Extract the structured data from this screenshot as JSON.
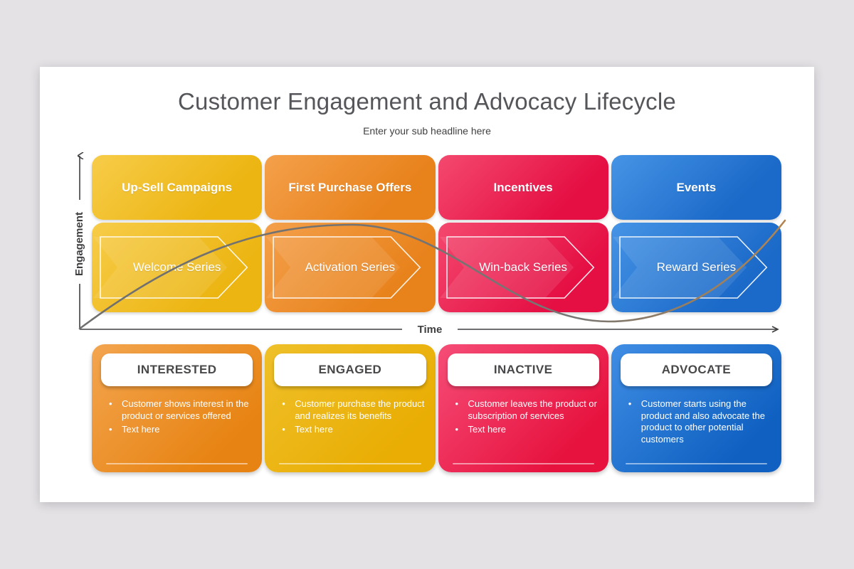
{
  "page": {
    "background": "#e4e2e5"
  },
  "slide": {
    "title": "Customer Engagement and Advocacy Lifecycle",
    "subtitle": "Enter your sub headline here"
  },
  "axes": {
    "y_label": "Engagement",
    "x_label": "Time",
    "axis_color": "#3f3f42"
  },
  "curve": {
    "color_left": "#6f6f6f",
    "color_right": "#b2854f"
  },
  "colors": {
    "gold": {
      "from": "#f7cc49",
      "to": "#ecb512"
    },
    "orange": {
      "from": "#f4a04b",
      "to": "#e8821b"
    },
    "red": {
      "from": "#f4496f",
      "to": "#e50f44"
    },
    "blue": {
      "from": "#4594e6",
      "to": "#1b69c8"
    }
  },
  "campaigns": [
    {
      "label": "Up-Sell Campaigns",
      "color": "gold"
    },
    {
      "label": "First Purchase Offers",
      "color": "orange"
    },
    {
      "label": "Incentives",
      "color": "red"
    },
    {
      "label": "Events",
      "color": "blue"
    }
  ],
  "series": [
    {
      "label": "Welcome Series",
      "color": "gold"
    },
    {
      "label": "Activation Series",
      "color": "orange"
    },
    {
      "label": "Win-back Series",
      "color": "red"
    },
    {
      "label": "Reward Series",
      "color": "blue"
    }
  ],
  "stages": [
    {
      "title": "INTERESTED",
      "color": "orange",
      "bullets": [
        "Customer shows interest in the product or services offered",
        "Text here"
      ]
    },
    {
      "title": "ENGAGED",
      "color": "gold",
      "bullets": [
        "Customer purchase the product and realizes its benefits",
        "Text here"
      ]
    },
    {
      "title": "INACTIVE",
      "color": "red",
      "bullets": [
        "Customer leaves the product or subscription of services",
        "Text here"
      ]
    },
    {
      "title": "ADVOCATE",
      "color": "blue",
      "bullets": [
        "Customer starts using the product and also advocate the product to other potential customers"
      ]
    }
  ]
}
